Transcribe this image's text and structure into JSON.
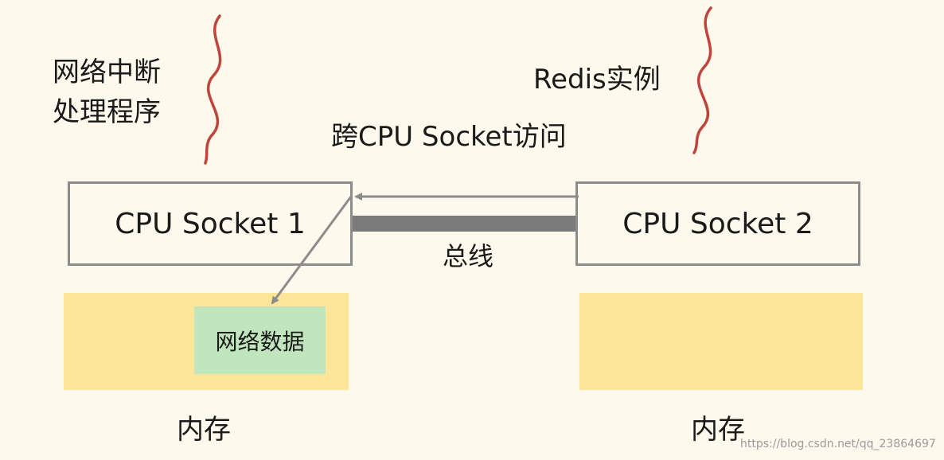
{
  "labels": {
    "interrupt_handler": "网络中断\n处理程序",
    "redis_instance": "Redis实例",
    "cross_socket_access": "跨CPU Socket访问",
    "bus": "总线"
  },
  "sockets": {
    "socket1": "CPU Socket 1",
    "socket2": "CPU Socket 2"
  },
  "memory": {
    "left_label": "内存",
    "right_label": "内存",
    "network_data": "网络数据"
  },
  "watermark": "https://blog.csdn.net/qq_23864697",
  "colors": {
    "background": "#fdf9ec",
    "memory_fill": "#fde699",
    "network_data_fill": "#c1e6bd",
    "border": "#8c8c8c",
    "thread_squiggle": "#c0443b",
    "bus": "#7a7a7a"
  }
}
